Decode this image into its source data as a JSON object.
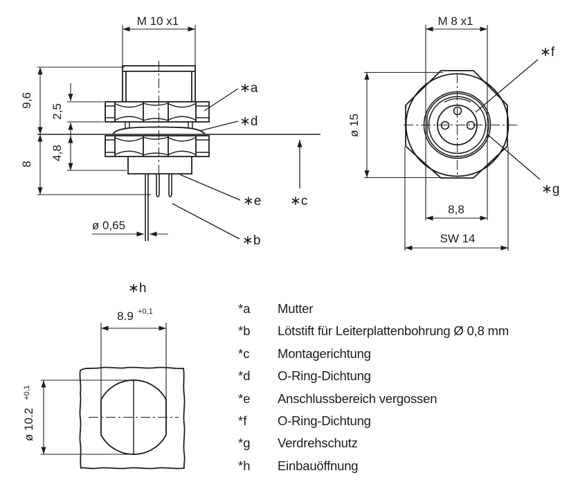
{
  "page": {
    "background": "#ffffff",
    "line_color": "#1b1b1b"
  },
  "side_view": {
    "thread_dim": "M 10 x1",
    "total_height": "9,6",
    "nut_height": "2,5",
    "lower_depth": "4,8",
    "pin_length": "8",
    "pin_diameter": "ø 0,65",
    "callout_a": "∗a",
    "callout_b": "∗b",
    "callout_c": "∗c",
    "callout_d": "∗d",
    "callout_e": "∗e"
  },
  "front_view": {
    "thread_dim": "M 8 x1",
    "outer_diameter": "ø 15",
    "inner_width": "8,8",
    "wrench_size": "SW 14",
    "callout_f": "∗f",
    "callout_g": "∗g"
  },
  "cutout_view": {
    "callout_h": "∗h",
    "width": "8.9",
    "width_tolerance": "+0,1",
    "diameter": "ø 10.2",
    "diameter_tolerance": "+0,1"
  },
  "legend": {
    "items": [
      {
        "key": "*a",
        "label": "Mutter"
      },
      {
        "key": "*b",
        "label": "Lötstift für Leiterplattenbohrung Ø 0,8 mm"
      },
      {
        "key": "*c",
        "label": "Montagerichtung"
      },
      {
        "key": "*d",
        "label": "O-Ring-Dichtung"
      },
      {
        "key": "*e",
        "label": "Anschlussbereich vergossen"
      },
      {
        "key": "*f",
        "label": "O-Ring-Dichtung"
      },
      {
        "key": "*g",
        "label": "Verdrehschutz"
      },
      {
        "key": "*h",
        "label": "Einbauöffnung"
      }
    ]
  }
}
